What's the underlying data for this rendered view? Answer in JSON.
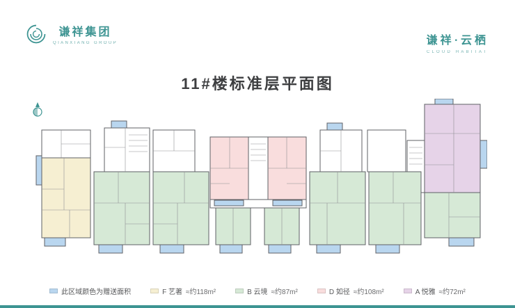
{
  "header": {
    "brand_left": {
      "name": "谦祥集团",
      "sub": "QIANXIANG GROUP"
    },
    "brand_right": {
      "name": "谦祥·云栖",
      "sub": "CLOUD HABITAT"
    }
  },
  "title": "11#楼标准层平面图",
  "legend": {
    "gift_note": "此区域颜色为赠送面积",
    "items": [
      {
        "name": "F 艺著",
        "area": "≈约118m²"
      },
      {
        "name": "B 云境",
        "area": "≈约87m²"
      },
      {
        "name": "D 如径",
        "area": "≈约108m²"
      },
      {
        "name": "A 悦雅",
        "area": "≈约72m²"
      }
    ]
  },
  "colors": {
    "teal": "#3d9492",
    "gift": "#b9d6ef",
    "cream": "#f6efd2",
    "green": "#d6e9d6",
    "pink": "#f9dddd",
    "purple": "#e6d3e8",
    "wall": "#5f6065"
  }
}
